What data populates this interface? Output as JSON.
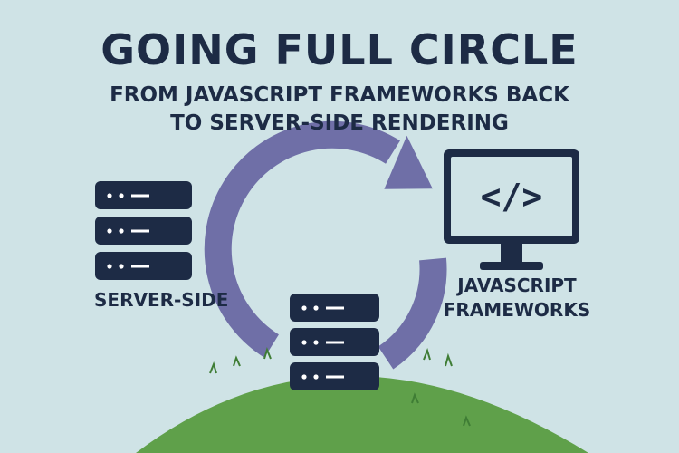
{
  "header": {
    "title": "GOING FULL CIRCLE",
    "subtitle_line1": "FROM JAVASCRIPT FRAMEWORKS BACK",
    "subtitle_line2": "TO SERVER-SIDE RENDERING"
  },
  "labels": {
    "server_side": "SERVER-SIDE",
    "js_line1": "JAVASCRIPT",
    "js_line2": "FRAMEWORKS"
  },
  "monitor": {
    "code_symbol": "</>"
  },
  "colors": {
    "background": "#cfe3e6",
    "navy": "#1d2b45",
    "arrow": "#6f6fa7",
    "grass": "#5fa04a",
    "screen": "#cfe3e6"
  },
  "icons": [
    "server-stack-icon",
    "monitor-icon",
    "circular-arrow-icon"
  ]
}
